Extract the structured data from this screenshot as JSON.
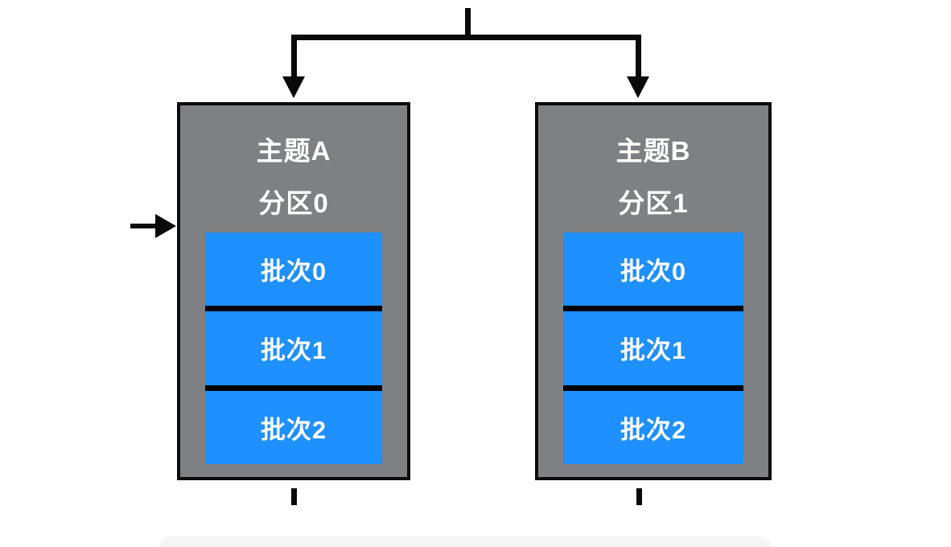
{
  "figure": {
    "type": "diagram",
    "partitions": [
      {
        "topic": "主题A",
        "partition": "分区0",
        "batches": [
          "批次0",
          "批次1",
          "批次2"
        ]
      },
      {
        "topic": "主题B",
        "partition": "分区1",
        "batches": [
          "批次0",
          "批次1",
          "批次2"
        ]
      }
    ],
    "colors": {
      "partition_fill": "#7e8083",
      "partition_border": "#0b0b0b",
      "batch_fill": "#1e90ff",
      "batch_text": "#ffffff",
      "separator": "#000000",
      "connector": "#0a0a0a",
      "bottom_panel": "#f5f5f6",
      "background": "#ffffff"
    }
  }
}
